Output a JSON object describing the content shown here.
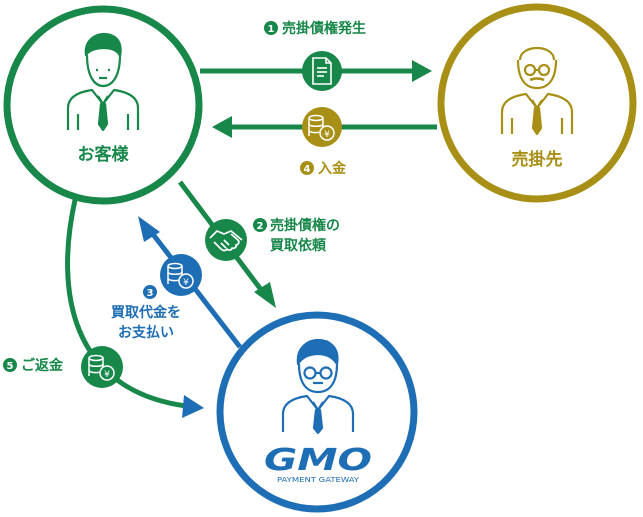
{
  "colors": {
    "green": "#17874a",
    "gold": "#a88f15",
    "blue": "#1e6eb5",
    "white": "#ffffff"
  },
  "nodes": {
    "customer": {
      "label": "お客様",
      "icon": "businessman-icon"
    },
    "buyer": {
      "label": "売掛先",
      "icon": "senior-man-icon"
    },
    "gmo": {
      "logo_text": "GMO",
      "logo_sub": "PAYMENT GATEWAY",
      "icon": "glasses-man-icon"
    }
  },
  "steps": {
    "step1": {
      "num": "1",
      "label": "売掛債権発生",
      "icon": "invoice-icon"
    },
    "step4": {
      "num": "4",
      "label": "入金",
      "icon": "coins-icon"
    },
    "step2": {
      "num": "2",
      "line1": "売掛債権の",
      "line2": "買取依頼",
      "icon": "handshake-icon"
    },
    "step3": {
      "num": "3",
      "line1": "買取代金を",
      "line2": "お支払い",
      "icon": "coins-icon"
    },
    "step5": {
      "num": "5",
      "label": "ご返金",
      "icon": "coins-icon"
    }
  }
}
